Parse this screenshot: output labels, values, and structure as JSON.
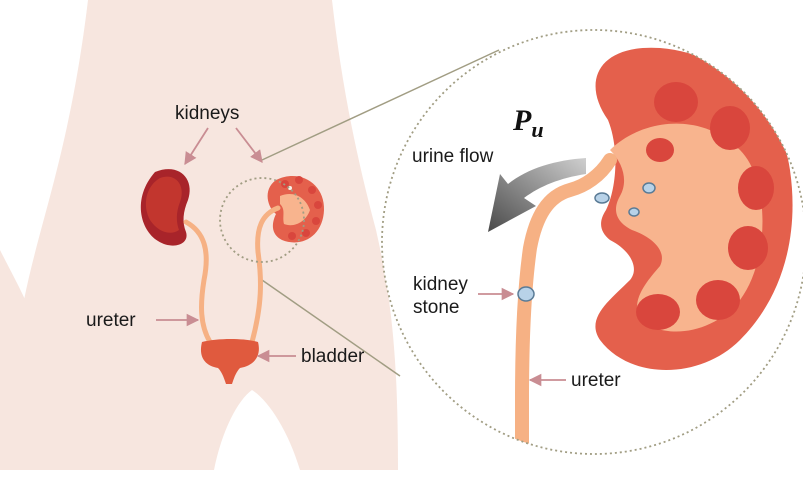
{
  "labels": {
    "kidneys": "kidneys",
    "ureter_left": "ureter",
    "bladder": "bladder",
    "urine_flow": "urine flow",
    "pressure_symbol": "P",
    "pressure_subscript": "u",
    "kidney_stone_line1": "kidney",
    "kidney_stone_line2": "stone",
    "ureter_right": "ureter"
  },
  "colors": {
    "body_silhouette": "#f7e6df",
    "kidney_dark": "#a8242a",
    "kidney_outer": "#e4604c",
    "kidney_inner": "#f8b48e",
    "kidney_papilla": "#d9463d",
    "ureter": "#f6b184",
    "bladder": "#e05a3e",
    "stone": "#b8d2e8",
    "flow_arrow": "#555555",
    "connector_line": "#a19d83",
    "pointer_arrow": "#c98d93"
  }
}
